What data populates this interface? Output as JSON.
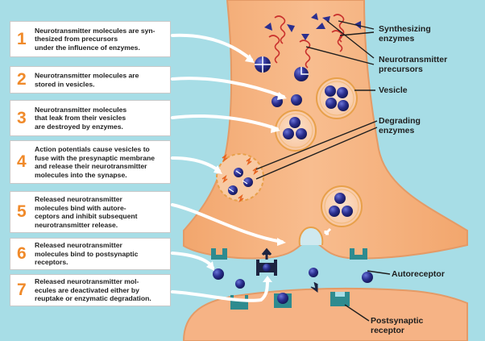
{
  "steps": [
    {
      "number": "1",
      "text": "Neurotransmitter molecules are syn-\nthesized from precursors\nunder the influence of enzymes."
    },
    {
      "number": "2",
      "text": "Neurotransmitter molecules are\nstored in vesicles."
    },
    {
      "number": "3",
      "text": "Neurotransmitter molecules\nthat leak from their vesicles\nare destroyed by enzymes."
    },
    {
      "number": "4",
      "text": "Action potentials cause vesicles to\nfuse with the presynaptic membrane\nand release their neurotransmitter\nmolecules into the synapse."
    },
    {
      "number": "5",
      "text": "Released neurotransmitter\nmolecules bind with autore-\nceptors and inhibit subsequent\nneurotransmitter release."
    },
    {
      "number": "6",
      "text": "Released neurotransmitter\nmolecules bind to postsynaptic\nreceptors."
    },
    {
      "number": "7",
      "text": "Released neurotransmitter mol-\necules are deactivated either by\nreuptake or enzymatic degradation."
    }
  ],
  "labels": {
    "synthesizing_enzymes": "Synthesizing\nenzymes",
    "neurotransmitter_precursors": "Neurotransmitter\nprecursors",
    "vesicle": "Vesicle",
    "degrading_enzymes": "Degrading\nenzymes",
    "autoreceptor": "Autoreceptor",
    "postsynaptic_receptor": "Postsynaptic\nreceptor"
  },
  "colors": {
    "background": "#a7dde6",
    "neuron": "#f5b07c",
    "neuron_outline": "#e49a66",
    "molecule": "#2b2f8f",
    "vesicle_ring": "#e8a04a",
    "enzyme": "#c9302c",
    "receptor": "#2e8b8f",
    "step_number": "#f08a2a"
  }
}
